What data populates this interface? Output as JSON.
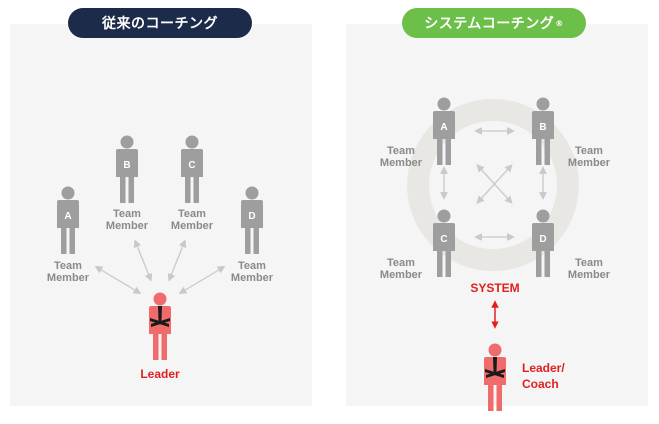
{
  "left": {
    "title": "従来のコーチング",
    "member_label_line1": "Team",
    "member_label_line2": "Member",
    "members": [
      "A",
      "B",
      "C",
      "D"
    ],
    "leader_label": "Leader"
  },
  "right": {
    "title": "システムコーチング",
    "title_mark": "®",
    "member_label_line1": "Team",
    "member_label_line2": "Member",
    "members": [
      "A",
      "B",
      "C",
      "D"
    ],
    "system_label": "SYSTEM",
    "leader_label_line1": "Leader/",
    "leader_label_line2": "Coach"
  },
  "colors": {
    "left_pill": "#1c2b4a",
    "right_pill": "#6cc04a",
    "member": "#9e9e9e",
    "leader": "#f06b6b",
    "accent_red": "#e02020",
    "ring": "#e9e7e3",
    "arrow": "#c9c9c9"
  }
}
